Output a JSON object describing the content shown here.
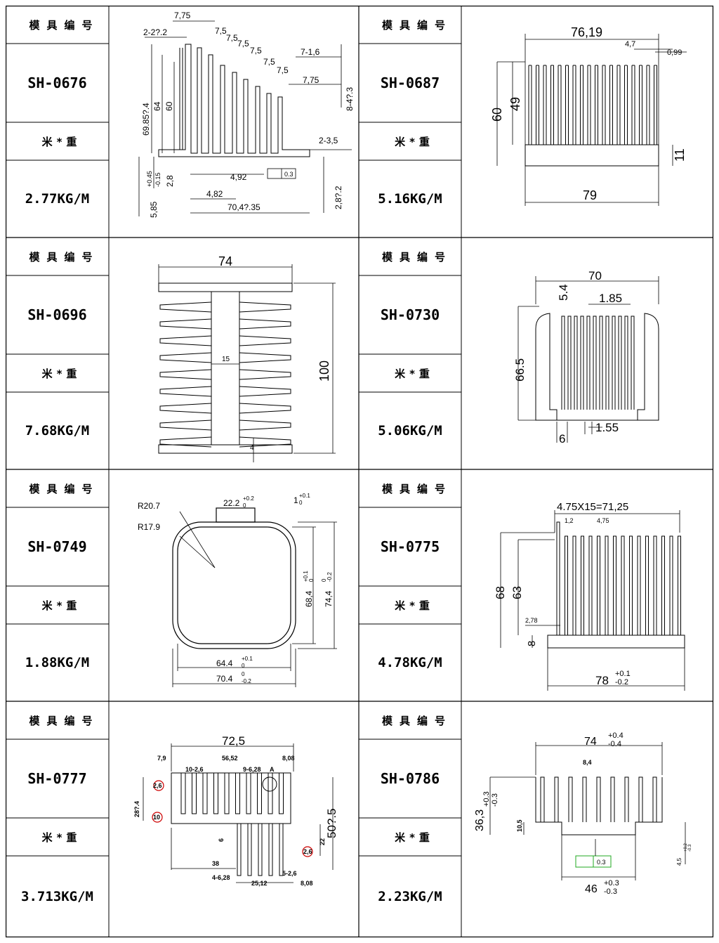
{
  "labels": {
    "mold_no": "模具编号",
    "per_meter_weight": "米*重"
  },
  "items": [
    {
      "code": "SH-0676",
      "weight": "2.77KG/M"
    },
    {
      "code": "SH-0687",
      "weight": "5.16KG/M"
    },
    {
      "code": "SH-0696",
      "weight": "7.68KG/M"
    },
    {
      "code": "SH-0730",
      "weight": "5.06KG/M"
    },
    {
      "code": "SH-0749",
      "weight": "1.88KG/M"
    },
    {
      "code": "SH-0775",
      "weight": "4.78KG/M"
    },
    {
      "code": "SH-0777",
      "weight": "3.713KG/M"
    },
    {
      "code": "SH-0786",
      "weight": "2.23KG/M"
    }
  ],
  "dims": {
    "sh0676": [
      "7,75",
      "2-2?.2",
      "7,5",
      "7,5",
      "7,5",
      "7,5",
      "7,5",
      "7,5",
      "7-1,6",
      "8-4?.3",
      "7,75",
      "69.85?.4",
      "64",
      "60",
      "2-3,5",
      "4,92",
      "0.3",
      "5,85",
      "+0.45",
      "-0.15",
      "2,8",
      "4,82",
      "2,8?.2",
      "70,4?.35"
    ],
    "sh0687": [
      "76,19",
      "4,7",
      "0,99",
      "60",
      "49",
      "11",
      "79"
    ],
    "sh0696": [
      "74",
      "15",
      "100",
      "4"
    ],
    "sh0730": [
      "70",
      "5.4",
      "1.85",
      "66.5",
      "6",
      "1.55"
    ],
    "sh0749": [
      "R20.7",
      "R17.9",
      "22.2",
      "+0.2",
      "0",
      "1",
      "+0.1",
      "0",
      "68,4",
      "+0.1",
      "0",
      "74,4",
      "0",
      "-0.2",
      "64.4",
      "+0.1",
      "0",
      "70.4",
      "0",
      "-0.2"
    ],
    "sh0775": [
      "4.75X15=71,25",
      "1,2",
      "4,75",
      "68",
      "63",
      "2,78",
      "8",
      "78",
      "+0.1",
      "-0.2"
    ],
    "sh0777": [
      "72,5",
      "7,9",
      "56,52",
      "8,08",
      "10-2,6",
      "9-6,28",
      "A",
      "2,6",
      "28?.4",
      "10",
      "6",
      "50?.5",
      "22",
      "2,6",
      "38",
      "4-6,28",
      "25,12",
      "5-2,6",
      "8,08"
    ],
    "sh0786": [
      "74",
      "+0.4",
      "-0.4",
      "8,4",
      "36,3",
      "+0.3",
      "-0.3",
      "10,5",
      "0.3",
      "46",
      "+0.3",
      "-0.3",
      "4,5",
      "+0.2",
      "-0.3"
    ]
  }
}
